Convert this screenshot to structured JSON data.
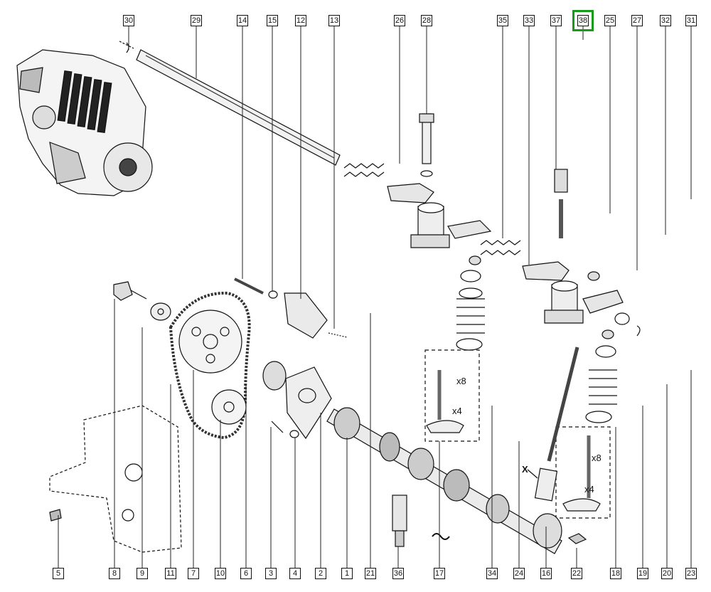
{
  "diagram": {
    "top_callouts": [
      "30",
      "29",
      "14",
      "15",
      "12",
      "13",
      "26",
      "28",
      "35",
      "33",
      "37",
      "38",
      "25",
      "27",
      "32",
      "31"
    ],
    "bottom_callouts": [
      "5",
      "8",
      "9",
      "11",
      "7",
      "10",
      "6",
      "3",
      "4",
      "2",
      "1",
      "21",
      "36",
      "17",
      "34",
      "24",
      "16",
      "22",
      "18",
      "19",
      "20",
      "23"
    ],
    "highlighted_callout": "38",
    "highlight_color": "#1a9a1a",
    "annotations": {
      "valve_left_count": "x4",
      "collet_left_count": "x8",
      "valve_right_count": "x4",
      "collet_right_count": "x8",
      "pushrod_marker": "X"
    }
  }
}
